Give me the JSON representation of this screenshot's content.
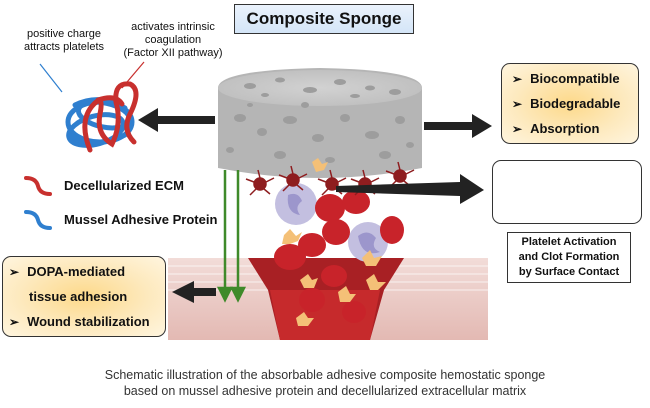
{
  "title": "Composite Sponge",
  "annotations": {
    "positive_charge": [
      "positive charge",
      "attracts platelets"
    ],
    "intrinsic": [
      "activates intrinsic",
      "coagulation",
      "(Factor XII pathway)"
    ]
  },
  "legend": [
    {
      "label": "Decellularized ECM",
      "color": "#c8302e"
    },
    {
      "label": "Mussel Adhesive Protein",
      "color": "#2f7fcf"
    }
  ],
  "properties_box": {
    "bullet": "➢",
    "items": [
      "Biocompatible",
      "Biodegradable",
      "Absorption"
    ]
  },
  "adhesion_box": {
    "bullet": "➢",
    "items": [
      {
        "text": "DOPA-mediated",
        "bullet": true
      },
      {
        "text": "tissue adhesion",
        "bullet": false
      },
      {
        "text": "Wound stabilization",
        "bullet": true
      }
    ]
  },
  "platelet_caption": [
    "Platelet Activation",
    "and Clot Formation",
    "by Surface Contact"
  ],
  "caption": [
    "Schematic illustration of the absorbable adhesive composite hemostatic sponge",
    "based on mussel adhesive protein and decellularized extracellular matrix"
  ],
  "colors": {
    "ecm_red": "#c8302e",
    "map_blue": "#2f7fcf",
    "sponge_gray": "#b9b9b9",
    "platelet_active": "#8e1d1f",
    "platelet_resting": "#f4c077",
    "rbc": "#c8232a",
    "arrow_green": "#3f8a2a",
    "arrow_black": "#222222"
  }
}
